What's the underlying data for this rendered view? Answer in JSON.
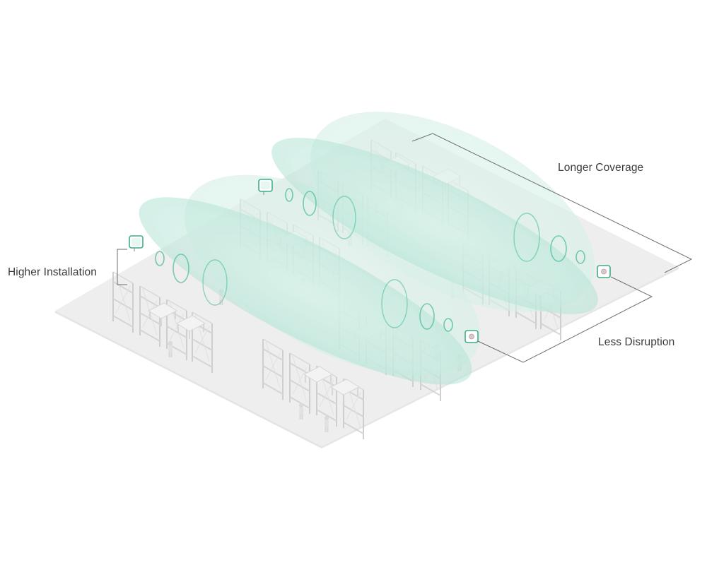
{
  "callouts": {
    "longer_coverage": "Longer Coverage",
    "higher_installation": "Higher Installation",
    "less_disruption": "Less Disruption"
  },
  "colors": {
    "coverage_fill": "#bfe8dc",
    "coverage_ring": "#4fbf9a",
    "access_point": "#3fae86",
    "floor": "#eeeeee",
    "shelving": "#cfcfcf",
    "leader_line": "#6e6e6e",
    "label_text": "#3a3a3a"
  },
  "icons": {
    "access_point": "ceiling-access-point-icon",
    "worker": "warehouse-worker-icon",
    "shelf": "warehouse-rack-icon"
  }
}
